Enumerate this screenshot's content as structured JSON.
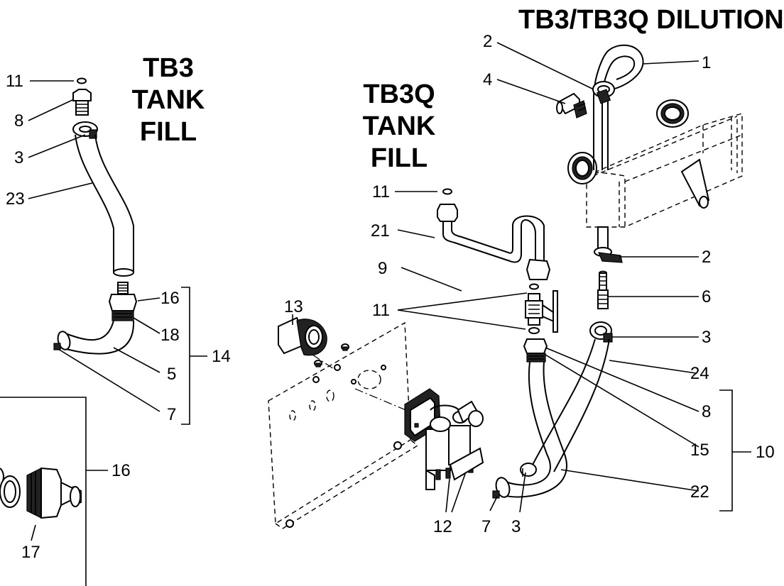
{
  "titles": {
    "tb3_tank_fill": [
      "TB3",
      "TANK",
      "FILL"
    ],
    "tb3q_tank_fill": [
      "TB3Q",
      "TANK",
      "FILL"
    ],
    "dilution": "TB3/TB3Q DILUTION"
  },
  "callouts": {
    "tb3_11": "11",
    "tb3_8": "8",
    "tb3_3": "3",
    "tb3_23": "23",
    "tb3_16": "16",
    "tb3_18": "18",
    "tb3_5": "5",
    "tb3_7": "7",
    "tb3_14": "14",
    "detail_16": "16",
    "detail_17": "17",
    "q_13": "13",
    "q_11_top": "11",
    "q_21": "21",
    "q_9": "9",
    "q_11_pair": "11",
    "q_12": "12",
    "d_2_top": "2",
    "d_1": "1",
    "d_4": "4",
    "d_2_bottom": "2",
    "d_6": "6",
    "d_3_right": "3",
    "d_24": "24",
    "d_8": "8",
    "d_15": "15",
    "d_10": "10",
    "d_22": "22",
    "d_7_bottom": "7",
    "d_3_bottom": "3"
  }
}
